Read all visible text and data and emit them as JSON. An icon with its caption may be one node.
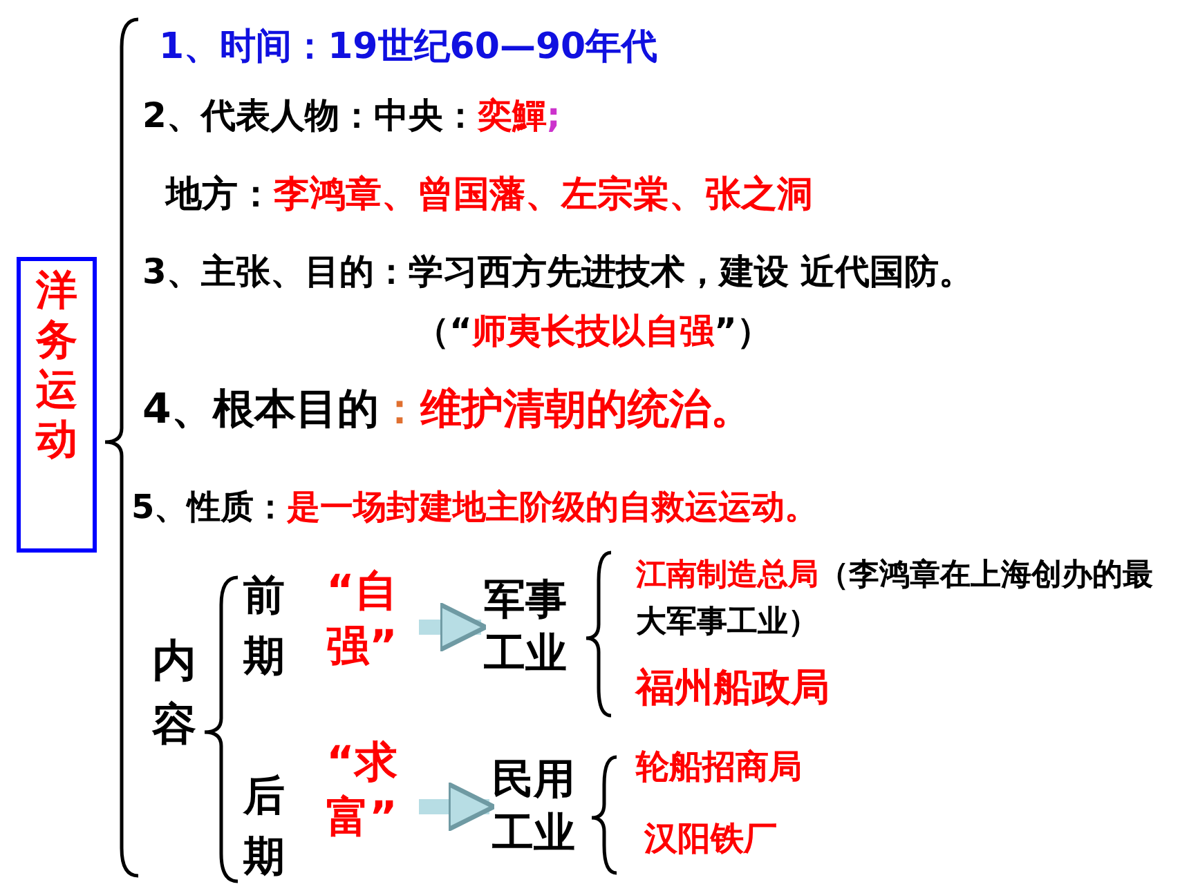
{
  "diagram": {
    "nodes": [
      {
        "text": [
          "洋务运动"
        ]
      },
      {
        "text": [
          "“自强”"
        ]
      },
      {
        "text": [
          "军事工业"
        ]
      },
      {
        "text": [
          "“求富”"
        ]
      },
      {
        "text": [
          "民用工业"
        ]
      }
    ],
    "edges": [
      {
        "from": 1,
        "to": 2,
        "arrow": "to"
      },
      {
        "from": 3,
        "to": 4,
        "arrow": "to"
      }
    ],
    "labels": [
      "1、时间：19世纪60—90年代",
      "2、代表人物：中央：",
      "奕鱓",
      ";",
      "地方：",
      "李鸿章、曾国藩、左宗棠、张之洞",
      "3、主张、目的：学习西方先进技术，建设 近代国防。",
      "（“",
      "师夷长技以自强",
      "”）",
      "4、根本目的",
      "：",
      "维护清朝的统治。",
      "5、性质：",
      "是一场封建地主阶级的自救运运动。",
      "内容",
      "前期",
      "后期",
      "江南制造总局",
      "（李鸿章在上海创办的最大军事工业）",
      "福州船政局",
      "轮船招商局",
      "汉阳铁厂"
    ]
  }
}
